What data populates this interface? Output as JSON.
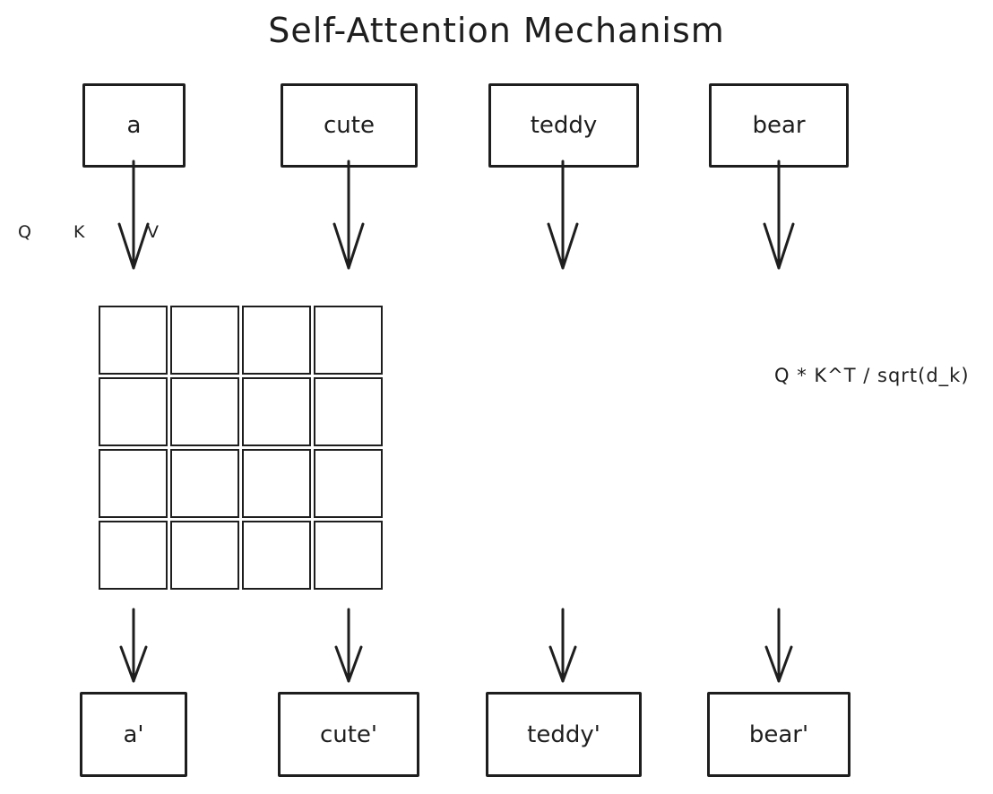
{
  "diagram": {
    "title": "Self-Attention Mechanism",
    "input_tokens": [
      "a",
      "cute",
      "teddy",
      "bear"
    ],
    "output_tokens": [
      "a'",
      "cute'",
      "teddy'",
      "bear'"
    ],
    "qkv_labels": {
      "q": "Q",
      "k": "K",
      "v": "V"
    },
    "formula": "Q * K^T / sqrt(d_k)",
    "attention_matrix": {
      "rows": 4,
      "cols": 4
    },
    "colors": {
      "stroke": "#1e1e1e",
      "background": "#ffffff"
    }
  }
}
